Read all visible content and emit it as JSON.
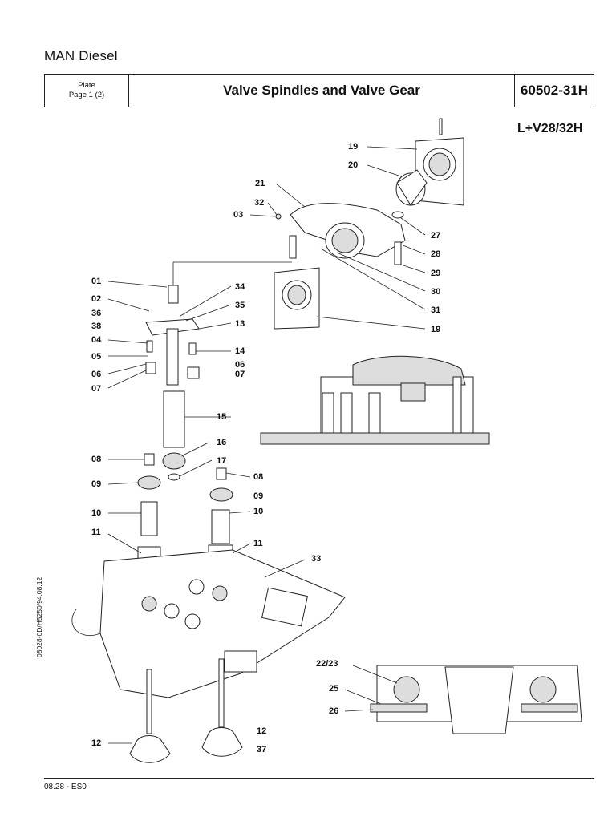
{
  "header": {
    "brand": "MAN Diesel",
    "plate_label": "Plate",
    "page_label": "Page 1 (2)",
    "title": "Valve Spindles and Valve Gear",
    "plate_code": "60502-31H"
  },
  "engine_type": "L+V28/32H",
  "side_code": "08028-0D/H5250/94.08.12",
  "footer": {
    "revision": "08.28 - ES0"
  },
  "part_labels": [
    "19",
    "20",
    "21",
    "32",
    "03",
    "27",
    "28",
    "29",
    "30",
    "31",
    "19",
    "01",
    "02",
    "36",
    "38",
    "04",
    "05",
    "06",
    "07",
    "34",
    "35",
    "13",
    "14",
    "06",
    "07",
    "15",
    "16",
    "17",
    "08",
    "09",
    "10",
    "11",
    "08",
    "09",
    "10",
    "11",
    "33",
    "12",
    "12",
    "37",
    "22/23",
    "25",
    "26"
  ]
}
